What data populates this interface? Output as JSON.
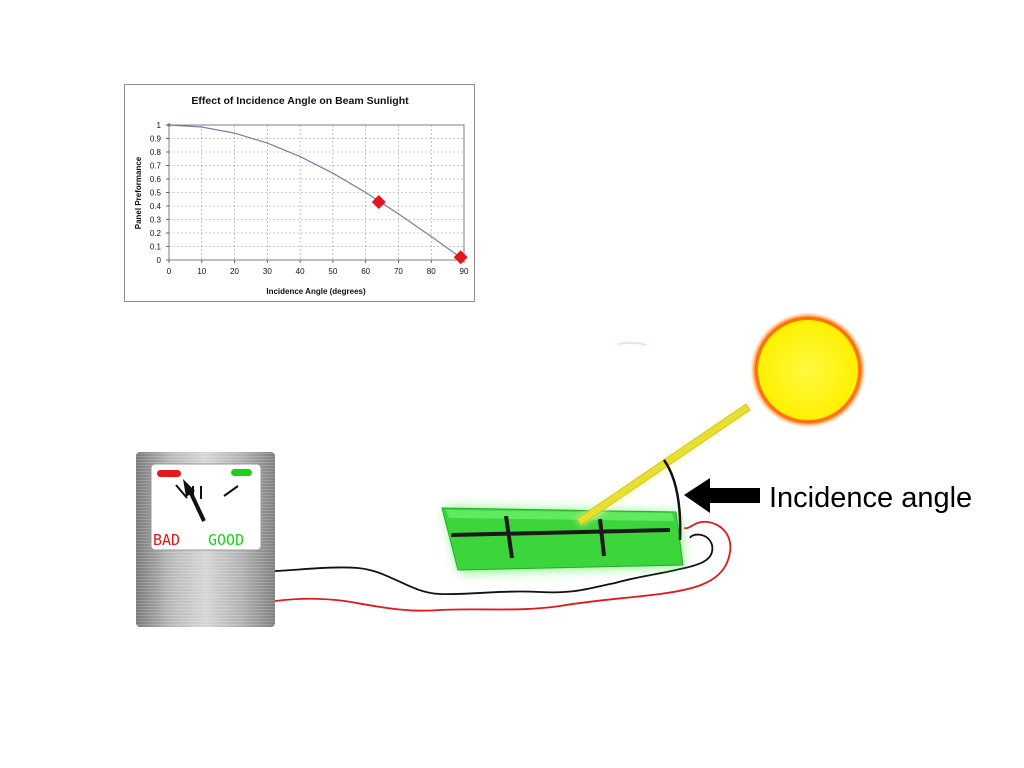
{
  "chart_data": {
    "type": "line",
    "title": "Effect of Incidence Angle on Beam Sunlight",
    "xlabel": "Incidence Angle (degrees)",
    "ylabel": "Panel Preformance",
    "xlim": [
      0,
      90
    ],
    "ylim": [
      0,
      1
    ],
    "x_ticks": [
      0,
      10,
      20,
      30,
      40,
      50,
      60,
      70,
      80,
      90
    ],
    "y_ticks": [
      0,
      0.1,
      0.2,
      0.3,
      0.4,
      0.5,
      0.6,
      0.7,
      0.8,
      0.9,
      1
    ],
    "grid": true,
    "series": [
      {
        "color": "#7b7ba8",
        "x": [
          0,
          10,
          20,
          30,
          40,
          50,
          60,
          70,
          80,
          90
        ],
        "y": [
          1,
          0.985,
          0.94,
          0.866,
          0.766,
          0.643,
          0.5,
          0.342,
          0.174,
          0
        ]
      }
    ],
    "markers": [
      {
        "x": 64,
        "y": 0.43,
        "color": "#e8141a"
      },
      {
        "x": 89,
        "y": 0.02,
        "color": "#e8141a"
      }
    ]
  },
  "meter": {
    "bad_label": "BAD",
    "good_label": "GOOD",
    "bad_color": "#e4181a",
    "good_color": "#19d219"
  },
  "diagram": {
    "incidence_label": "Incidence angle",
    "panel_color": "#3cd63c",
    "sun_color": "#ffee00",
    "beam_color": "#e8e030"
  }
}
